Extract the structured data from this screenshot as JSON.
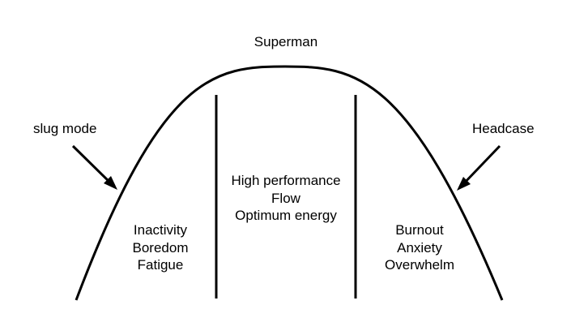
{
  "top_label": "Superman",
  "left_label": "slug mode",
  "right_label": "Headcase",
  "zones": {
    "left": [
      "Inactivity",
      "Boredom",
      "Fatigue"
    ],
    "middle": [
      "High performance",
      "Flow",
      "Optimum energy"
    ],
    "right": [
      "Burnout",
      "Anxiety",
      "Overwhelm"
    ]
  },
  "colors": {
    "stroke": "#000000",
    "background": "#ffffff"
  }
}
